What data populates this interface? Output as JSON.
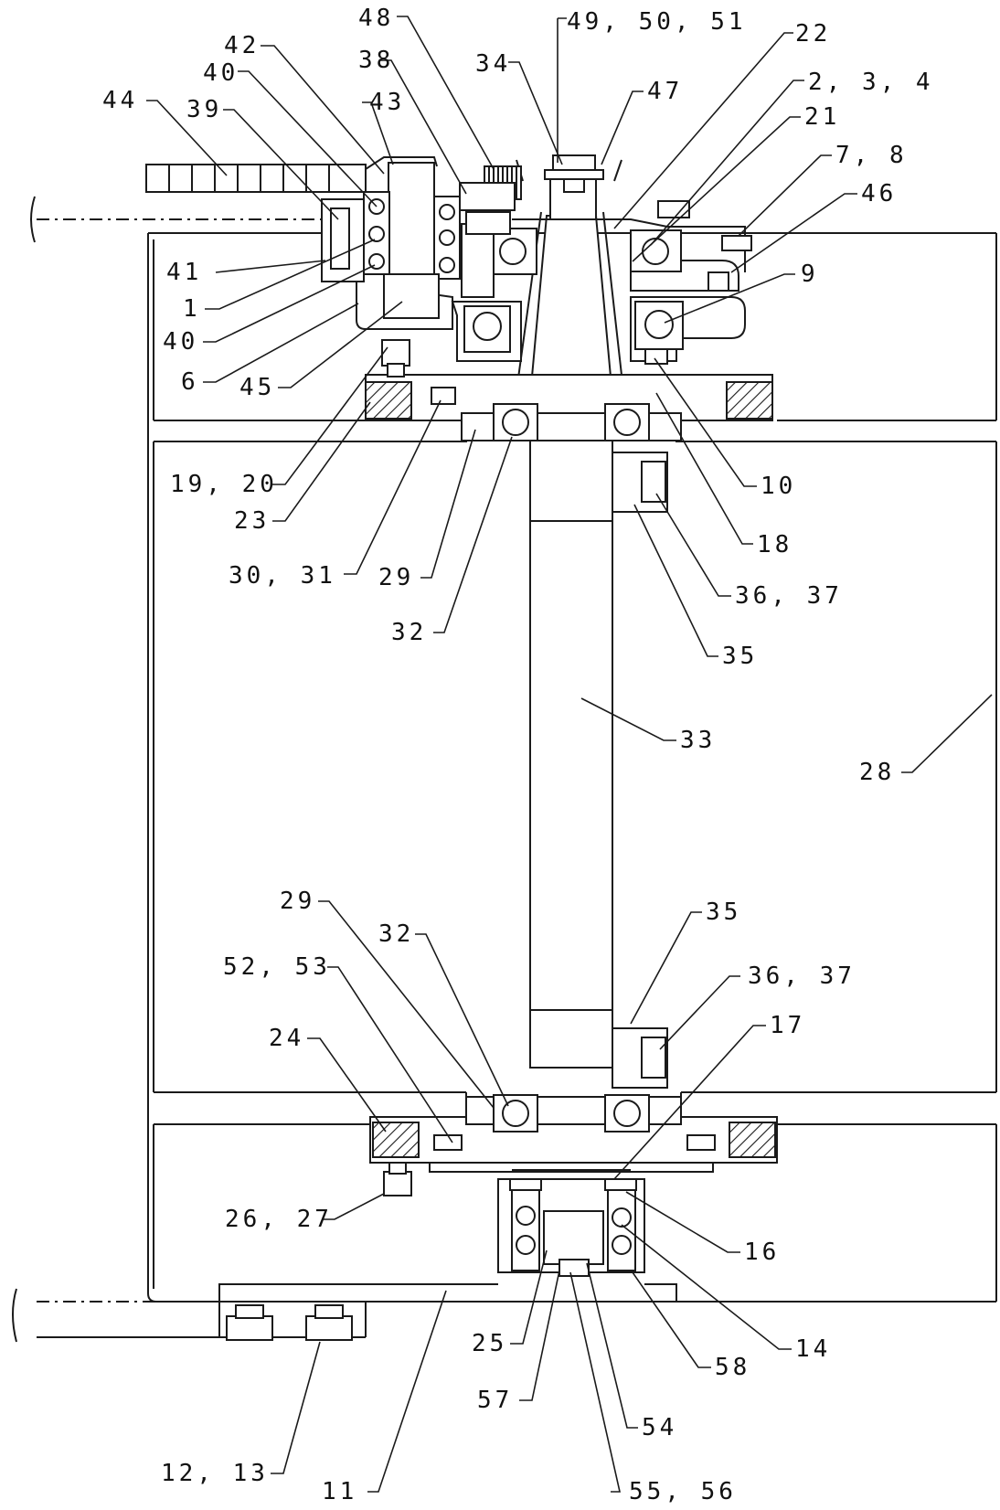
{
  "labels": {
    "l1": "1",
    "l2": "2, 3, 4",
    "l6": "6",
    "l7": "7, 8",
    "l9": "9",
    "l10": "10",
    "l11": "11",
    "l12": "12, 13",
    "l14": "14",
    "l16": "16",
    "l17": "17",
    "l18": "18",
    "l19": "19, 20",
    "l21": "21",
    "l22": "22",
    "l23": "23",
    "l24": "24",
    "l25": "25",
    "l26": "26, 27",
    "l28": "28",
    "l29a": "29",
    "l29b": "29",
    "l30": "30, 31",
    "l32a": "32",
    "l32b": "32",
    "l33": "33",
    "l34": "34",
    "l35a": "35",
    "l35b": "35",
    "l36a": "36, 37",
    "l36b": "36, 37",
    "l38": "38",
    "l39": "39",
    "l40a": "40",
    "l40b": "40",
    "l41": "41",
    "l42": "42",
    "l43": "43",
    "l44": "44",
    "l45": "45",
    "l46": "46",
    "l47": "47",
    "l48": "48",
    "l49": "49, 50, 51",
    "l52": "52, 53",
    "l54": "54",
    "l55": "55, 56",
    "l57": "57",
    "l58": "58"
  }
}
